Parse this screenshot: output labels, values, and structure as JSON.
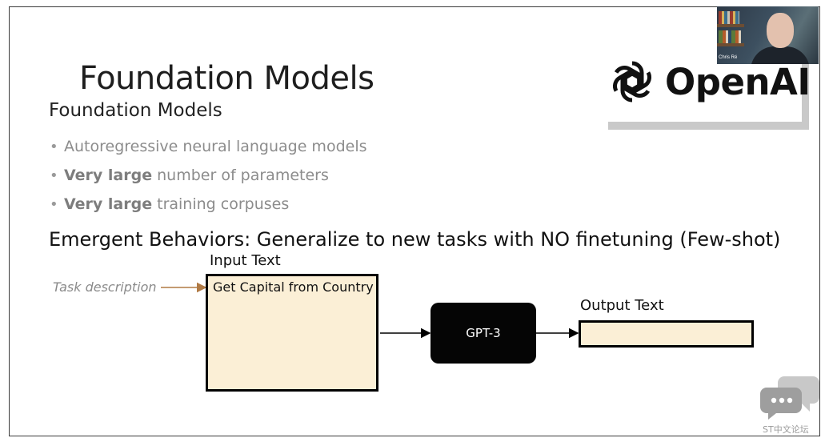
{
  "slide": {
    "title": "Foundation Models",
    "subtitle": "Foundation Models",
    "bullets": [
      {
        "bold": "",
        "text": "Autoregressive neural language models"
      },
      {
        "bold": "Very large",
        "text": "number of parameters"
      },
      {
        "bold": "Very large",
        "text": "training corpuses"
      }
    ],
    "emergent": "Emergent Behaviors: Generalize to new tasks with NO finetuning (Few-shot)"
  },
  "logo": {
    "text": "OpenAI",
    "icon": "openai-icon"
  },
  "webcam": {
    "name_label": "Chris Ré"
  },
  "diagram": {
    "input_label": "Input Text",
    "task_description": "Task description",
    "input_content": "Get Capital from Country",
    "model_label": "GPT-3",
    "output_label": "Output Text",
    "output_content": "",
    "colors": {
      "box_fill": "#fbefd6",
      "model_fill": "#050505",
      "task_arrow": "#b07a44"
    }
  },
  "watermark": {
    "text": "ST中文论坛",
    "icon": "chat-bubbles-icon"
  }
}
